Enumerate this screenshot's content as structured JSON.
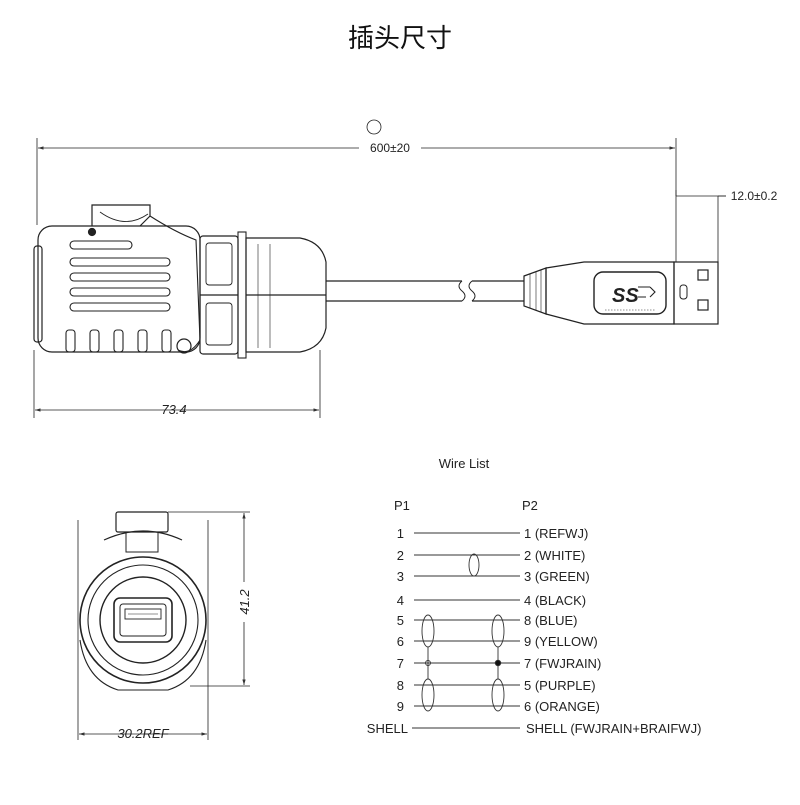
{
  "title": "插头尺寸",
  "dimensions": {
    "callout": "①",
    "cable_length": "600±20",
    "usb_width": "12.0±0.2",
    "plug_length": "73.4",
    "face_height": "41.2",
    "face_width": "30.2REF"
  },
  "usb_logo": "SS",
  "wire_list": {
    "title": "Wire List",
    "p1_header": "P1",
    "p2_header": "P2",
    "rows": [
      {
        "p1": "1",
        "p2": "1 (REFWJ)"
      },
      {
        "p1": "2",
        "p2": "2 (WHITE)"
      },
      {
        "p1": "3",
        "p2": "3 (GREEN)"
      },
      {
        "p1": "4",
        "p2": "4 (BLACK)"
      },
      {
        "p1": "5",
        "p2": "8 (BLUE)"
      },
      {
        "p1": "6",
        "p2": "9 (YELLOW)"
      },
      {
        "p1": "7",
        "p2": "7 (FWJRAIN)"
      },
      {
        "p1": "8",
        "p2": "5 (PURPLE)"
      },
      {
        "p1": "9",
        "p2": "6 (ORANGE)"
      },
      {
        "p1": "SHELL",
        "p2": "SHELL (FWJRAIN+BRAIFWJ)"
      }
    ]
  }
}
